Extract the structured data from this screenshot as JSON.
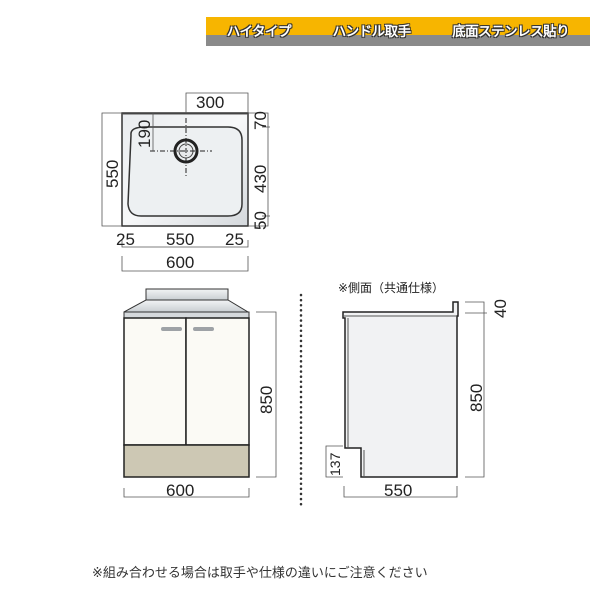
{
  "banner": {
    "items": [
      "ハイタイプ",
      "ハンドル取手",
      "底面ステンレス貼り"
    ],
    "colors": {
      "top": "#f7b500",
      "bottom": "#8a8a8a"
    }
  },
  "top_view": {
    "dims": {
      "hole_offset_x": "300",
      "hole_offset_y": "190",
      "depth": "550",
      "back": "70",
      "bowl": "430",
      "front": "50",
      "left_margin": "25",
      "bowl_width": "550",
      "right_margin": "25",
      "width": "600"
    }
  },
  "front_view": {
    "dims": {
      "height": "850",
      "width": "600"
    },
    "colors": {
      "door": "#fbfaf5",
      "plinth": "#cdc8b4"
    }
  },
  "side_view": {
    "title": "※側面（共通仕様）",
    "dims": {
      "backguard": "40",
      "height": "850",
      "kick": "137",
      "depth": "550"
    }
  },
  "footnote": "※組み合わせる場合は取手や仕様の違いにご注意ください"
}
